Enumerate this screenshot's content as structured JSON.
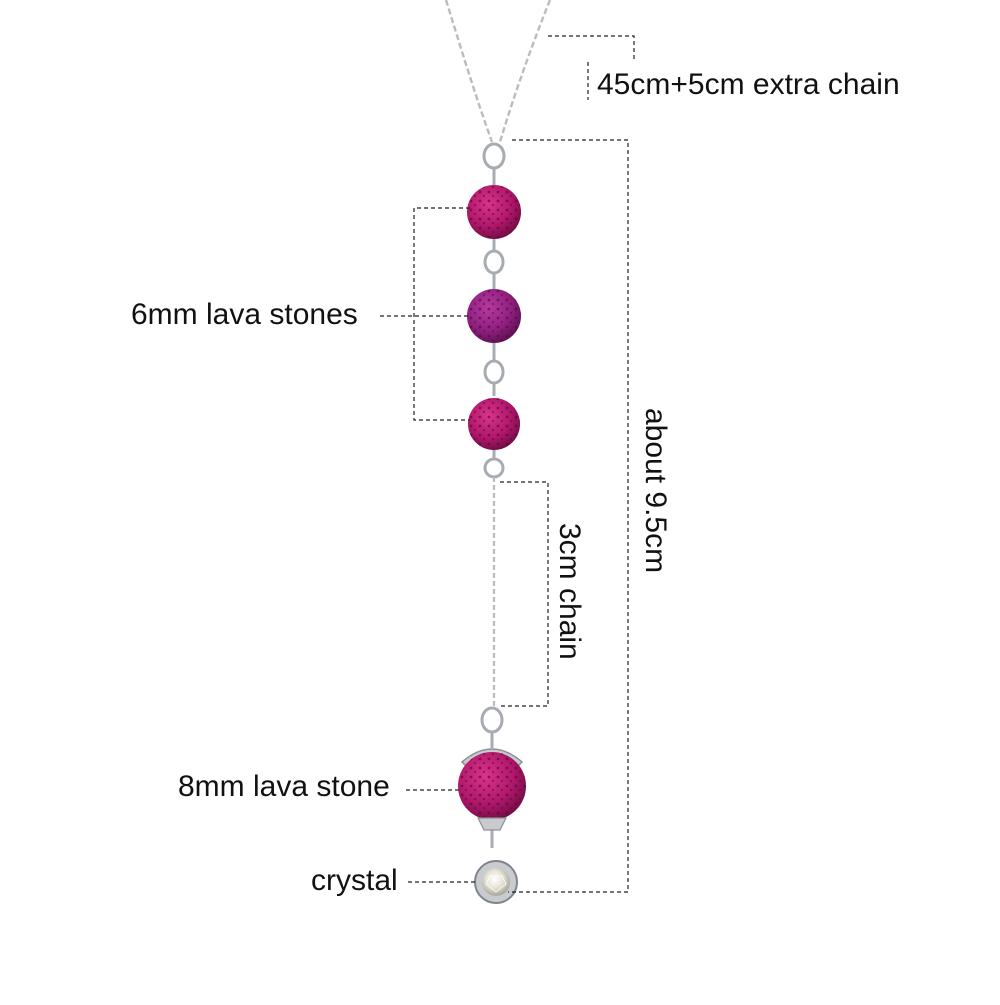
{
  "labels": {
    "extra_chain": "45cm+5cm extra chain",
    "lava_stones_6mm": "6mm lava stones",
    "lava_stone_8mm": "8mm lava stone",
    "crystal": "crystal",
    "chain_3cm": "3cm chain",
    "total_length": "about 9.5cm"
  },
  "colors": {
    "chain": "#b9bcc2",
    "lava_stone": "#b0176a",
    "lava_stone_dark": "#6e0b43",
    "crystal": "#e9e4d8",
    "line": "#222222"
  },
  "icons": [
    "necklace-chain",
    "lava-stone",
    "crystal-charm"
  ]
}
